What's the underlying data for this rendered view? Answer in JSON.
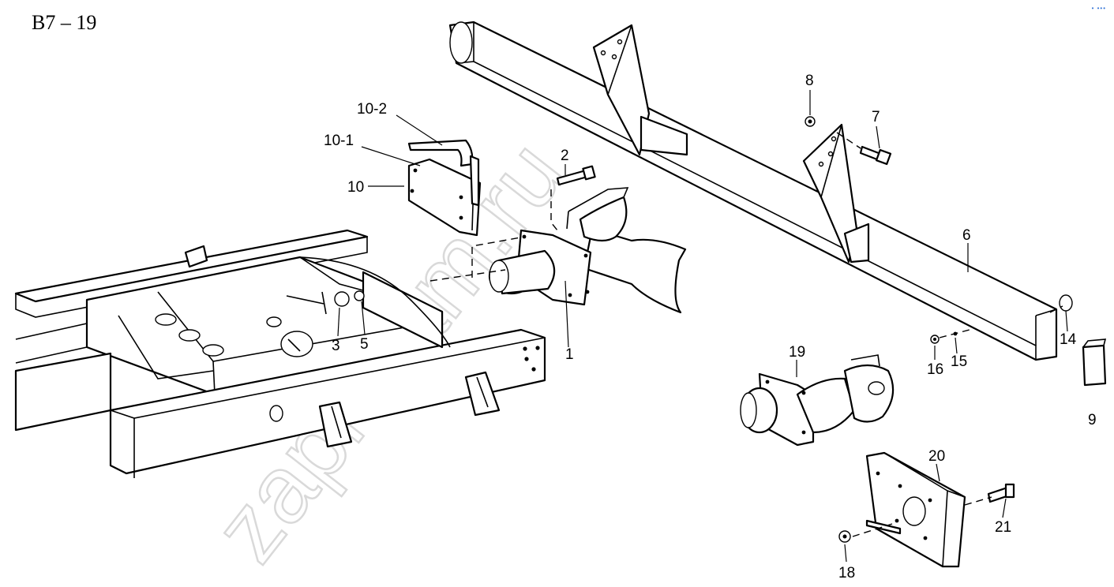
{
  "title": "B7 – 19",
  "watermark": "zaprtkam.ru",
  "callouts": {
    "c1": "1",
    "c2": "2",
    "c3": "3",
    "c5": "5",
    "c6": "6",
    "c7": "7",
    "c8": "8",
    "c9": "9",
    "c10": "10",
    "c10_1": "10-1",
    "c10_2": "10-2",
    "c14": "14",
    "c15": "15",
    "c16": "16",
    "c18": "18",
    "c19": "19",
    "c20": "20",
    "c21": "21"
  },
  "colors": {
    "line": "#000000",
    "watermark": "#d9d9d9",
    "corner_dots": "#3a78d8"
  }
}
